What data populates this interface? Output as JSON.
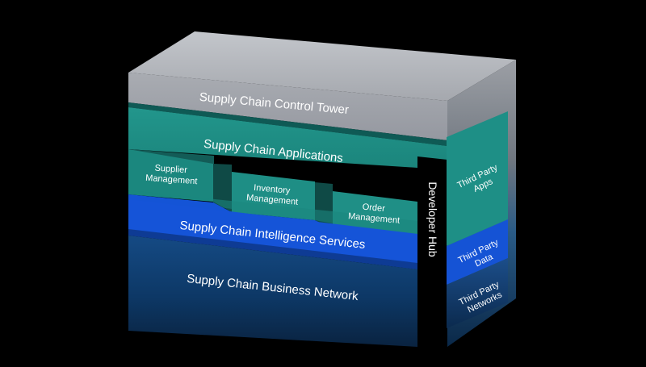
{
  "diagram": {
    "control_tower": "Supply Chain Control Tower",
    "applications": "Supply Chain Applications",
    "modules": {
      "supplier": [
        "Supplier",
        "Management"
      ],
      "inventory": [
        "Inventory",
        "Management"
      ],
      "order": [
        "Order",
        "Management"
      ]
    },
    "intelligence": "Supply Chain Intelligence Services",
    "network": "Supply Chain Business Network",
    "developer_hub": "Developer Hub",
    "third_party": {
      "apps": [
        "Third Party",
        "Apps"
      ],
      "data": [
        "Third Party",
        "Data"
      ],
      "networks": [
        "Third Party",
        "Networks"
      ]
    }
  },
  "colors": {
    "background": "#000000",
    "control_tower": "#a7aab0",
    "applications": "#1f8d84",
    "intelligence": "#1554d8",
    "network": "#0d3d6b"
  }
}
